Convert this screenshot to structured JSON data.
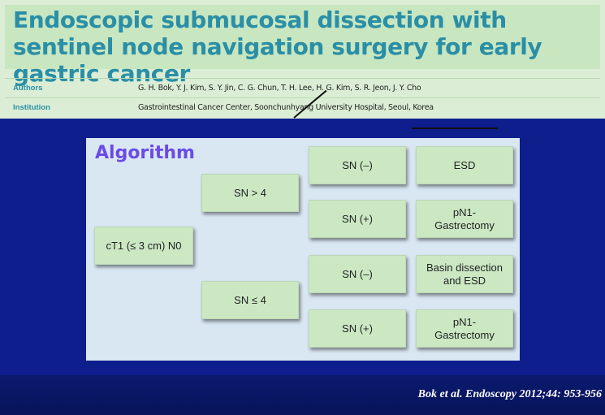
{
  "header": {
    "title": "Endoscopic submucosal dissection with sentinel node navigation surgery for early gastric cancer",
    "authors_label": "Authors",
    "authors_value": "G. H. Bok, Y. J. Kim, S. Y. Jin, C. G. Chun, T. H. Lee, H. G. Kim, S. R. Jeon, J. Y. Cho",
    "institution_label": "Institution",
    "institution_value": "Gastrointestinal Cancer Center, Soonchunhyang University Hospital, Seoul, Korea"
  },
  "algorithm": {
    "heading": "Algorithm",
    "root": "cT1 (≤ 3 cm) N0",
    "branch_high": "SN > 4",
    "branch_low": "SN ≤ 4",
    "high_neg": "SN (–)",
    "high_neg_outcome": "ESD",
    "high_pos": "SN (+)",
    "high_pos_outcome": "pN1-\nGastrectomy",
    "low_neg": "SN (–)",
    "low_neg_outcome": "Basin dissection\nand ESD",
    "low_pos": "SN (+)",
    "low_pos_outcome": "pN1-\nGastrectomy"
  },
  "citation": "Bok et al. Endoscopy 2012;44: 953-956"
}
